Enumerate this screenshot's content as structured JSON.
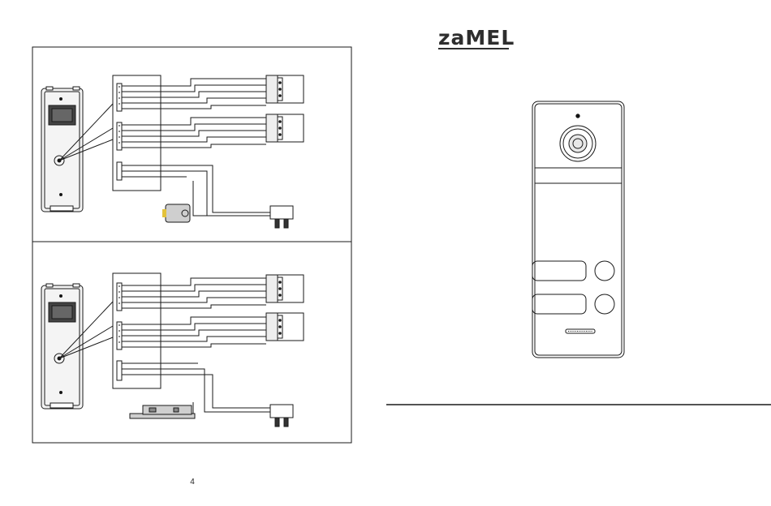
{
  "brand": {
    "logo_text": "zaMEL"
  },
  "page": {
    "number": "4"
  },
  "panels": [
    {
      "id": "top",
      "lock": "electromagnetic-lock"
    },
    {
      "id": "bottom",
      "lock": "electric-strike"
    }
  ],
  "colors": {
    "line": "#1a1a1a",
    "panel_fill": "#ffffff",
    "device_fill": "#f2f2f2",
    "lock_fill": "#cfcfcf",
    "lock_accent": "#e3c23b"
  }
}
